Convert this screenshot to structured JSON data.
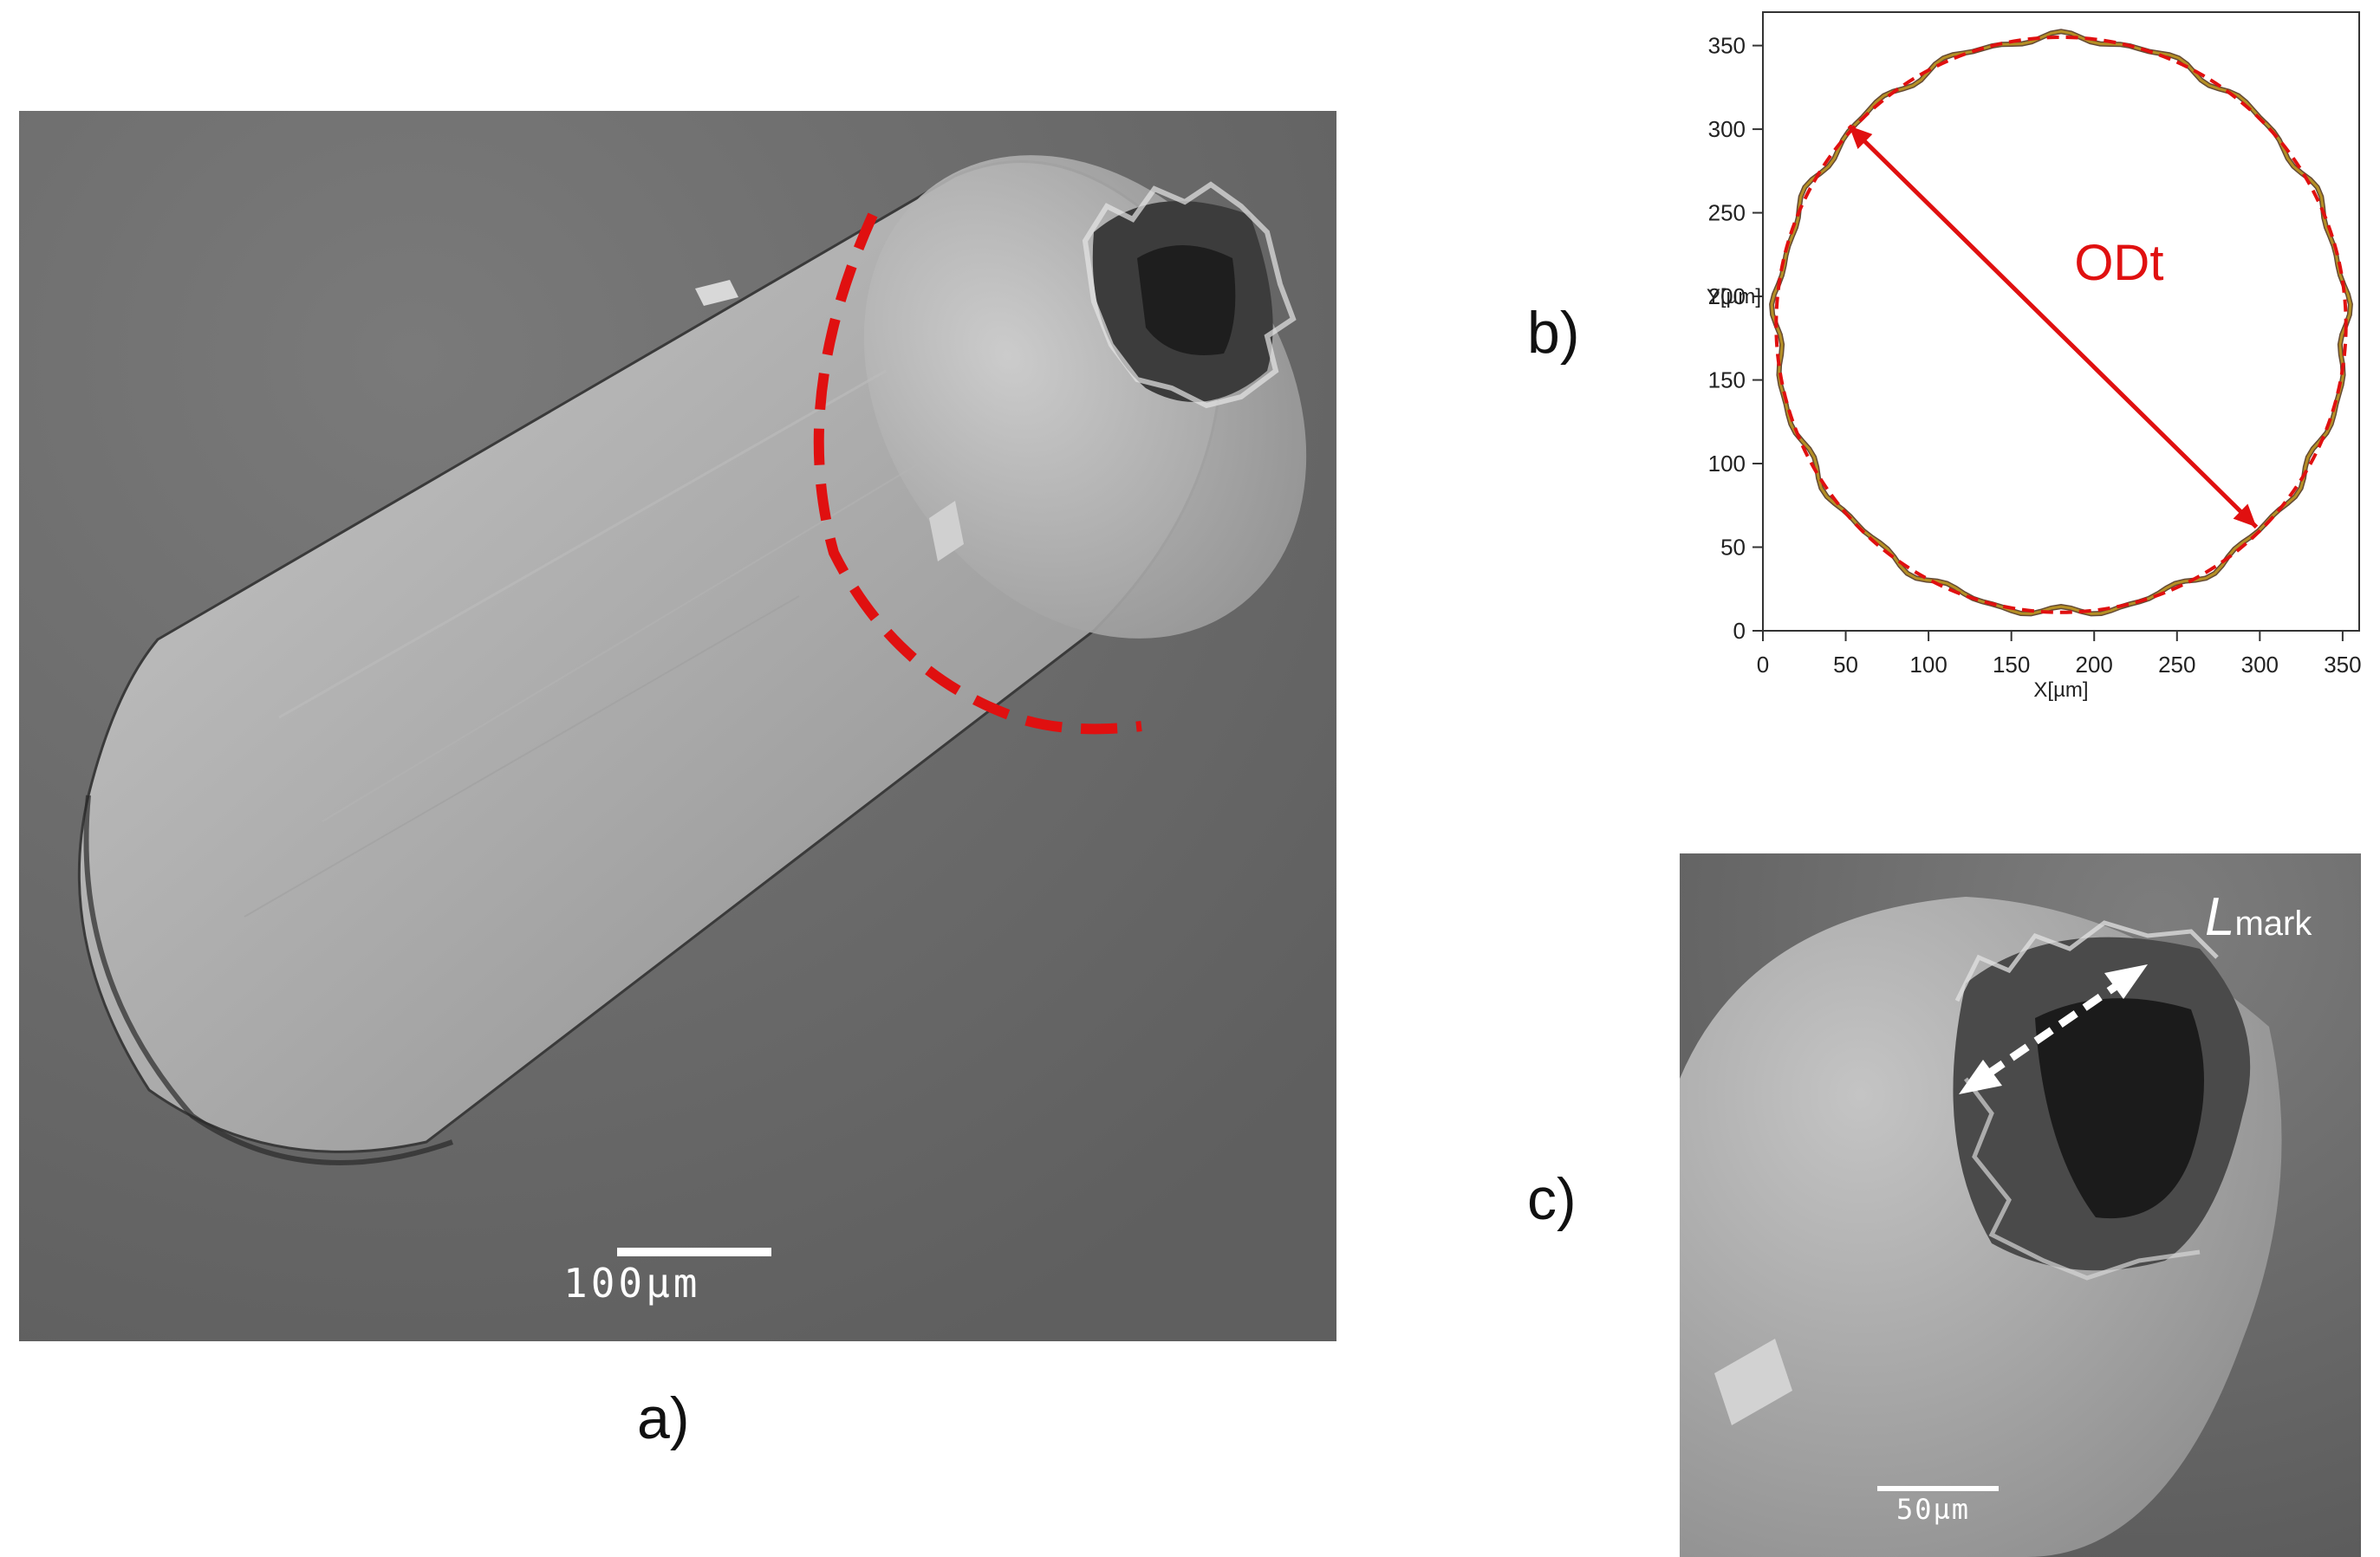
{
  "panels": {
    "a": {
      "label": "a)",
      "scale_bar": "100µm"
    },
    "b": {
      "label": "b)",
      "annotation": "ODt"
    },
    "c": {
      "label": "c)",
      "scale_bar": "50µm",
      "annotation_main": "L",
      "annotation_sub": "mark"
    }
  },
  "chart_data": {
    "type": "scatter",
    "title": "",
    "xlabel": "X[µm]",
    "ylabel": "Y[µm]",
    "xlim": [
      0,
      360
    ],
    "ylim": [
      0,
      370
    ],
    "xticks": [
      0,
      50,
      100,
      150,
      200,
      250,
      300,
      350
    ],
    "yticks": [
      0,
      50,
      100,
      150,
      200,
      250,
      300,
      350
    ],
    "grid": false,
    "fit_circle": {
      "center_x": 180,
      "center_y": 183,
      "radius": 172
    },
    "diameter_arrow": {
      "x1": 52,
      "y1": 302,
      "x2": 298,
      "y2": 62
    },
    "annotation": {
      "text": "ODt",
      "x": 215,
      "y": 210
    }
  }
}
